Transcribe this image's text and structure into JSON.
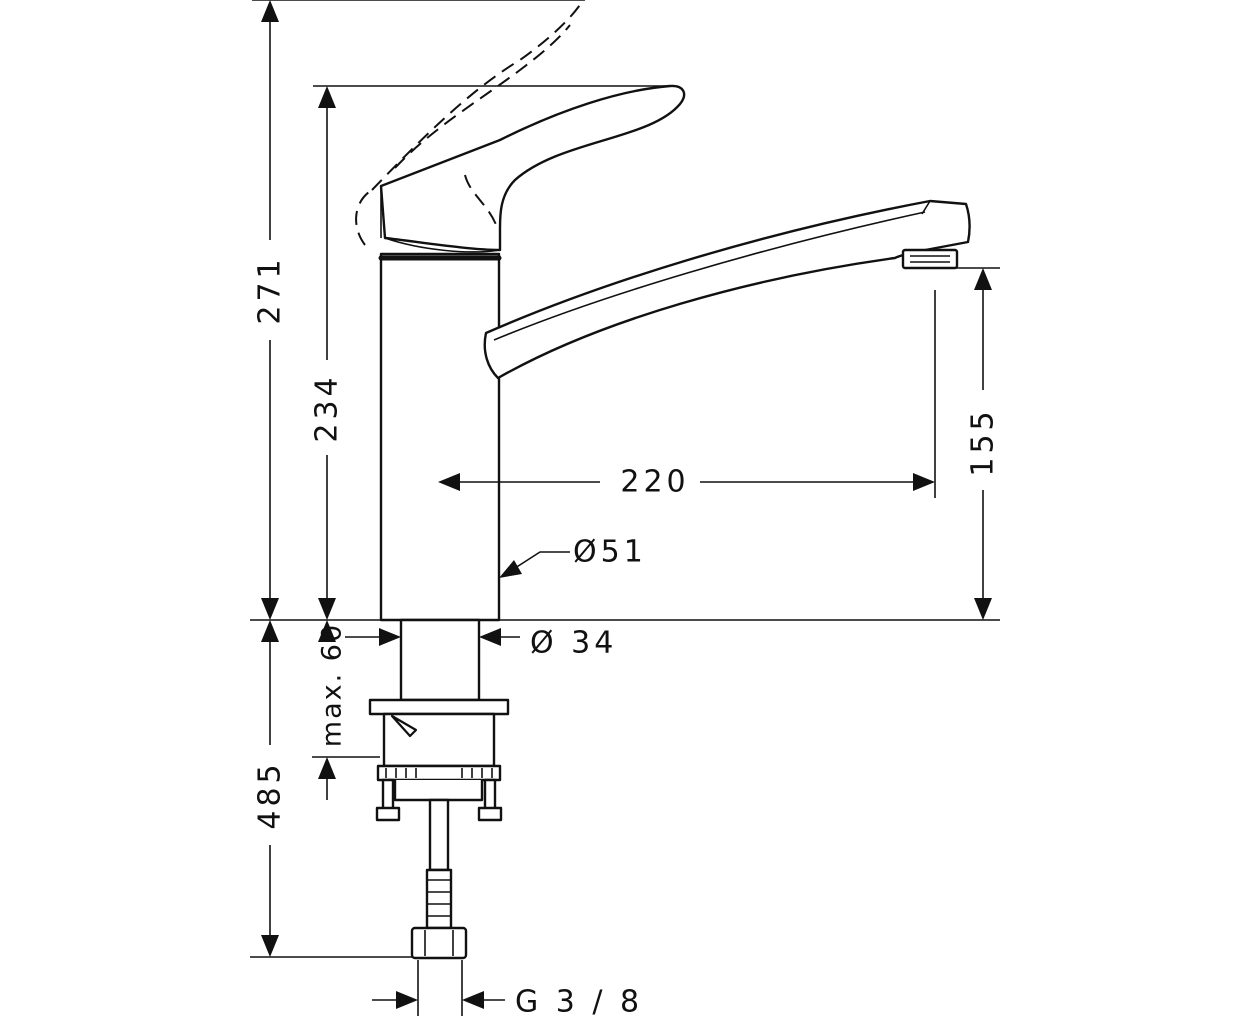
{
  "diagram": {
    "dimensions": {
      "total_height": "271",
      "spout_body_height": "234",
      "outlet_height": "155",
      "spout_reach": "220",
      "body_diameter": "Ø51",
      "shank_diameter": "Ø 34",
      "max_deck_thickness": "max. 60",
      "hose_length": "485",
      "connection_thread": "G 3 / 8"
    }
  }
}
